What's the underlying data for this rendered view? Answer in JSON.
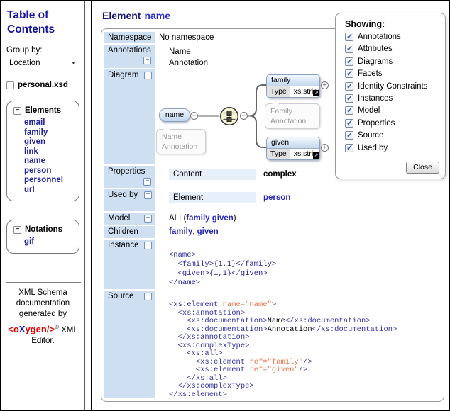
{
  "icons": {
    "minus": "−",
    "plus": "+",
    "check": "✓",
    "dropdown_arrow": "▼",
    "corner_arrow": "↗"
  },
  "sidebar": {
    "title_line1": "Table of",
    "title_line2": "Contents",
    "group_by_label": "Group by:",
    "group_by_value": "Location",
    "schema_file": "personal.xsd",
    "elements_box": {
      "title": "Elements",
      "links": [
        "email",
        "family",
        "given",
        "link",
        "name",
        "person",
        "personnel",
        "url"
      ]
    },
    "notations_box": {
      "title": "Notations",
      "links": [
        "gif"
      ]
    },
    "footer": {
      "line1": "XML Schema",
      "line2": "documentation",
      "line3": "generated by",
      "logo_pre": "<o",
      "logo_x": "X",
      "logo_post": "ygen/>",
      "reg": "®",
      "after_logo": " XML",
      "line5": "Editor."
    }
  },
  "header": {
    "title_prefix": "Element",
    "title_name": "name"
  },
  "showing": {
    "title": "Showing:",
    "options": [
      "Annotations",
      "Attributes",
      "Diagrams",
      "Facets",
      "Identity Constraints",
      "Instances",
      "Model",
      "Properties",
      "Source",
      "Used by"
    ],
    "close_label": "Close"
  },
  "rows": {
    "namespace": {
      "label": "Namespace",
      "value": "No namespace"
    },
    "annotations": {
      "label": "Annotations",
      "line1": "Name",
      "line2": "Annotation"
    },
    "diagram": {
      "label": "Diagram"
    },
    "properties": {
      "label": "Properties",
      "key": "Content",
      "value": "complex"
    },
    "used_by": {
      "label": "Used by",
      "key": "Element",
      "value": "person"
    },
    "model": {
      "label": "Model",
      "prefix": "ALL(",
      "link1": "family",
      "separator": " ",
      "link2": "given",
      "suffix": ")"
    },
    "children": {
      "label": "Children",
      "link1": "family",
      "separator": ", ",
      "link2": "given"
    },
    "instance": {
      "label": "Instance",
      "lines": [
        "<name>",
        "  <family>{1,1}</family>",
        "  <given>{1,1}</given>",
        "</name>"
      ]
    },
    "source": {
      "label": "Source",
      "lines": [
        [
          [
            "tag",
            "<xs:element "
          ],
          [
            "attr",
            "name=\"name\""
          ],
          [
            "tag",
            ">"
          ]
        ],
        [
          [
            "tag",
            "  <xs:annotation>"
          ]
        ],
        [
          [
            "tag",
            "    <xs:documentation>"
          ],
          [
            "text",
            "Name"
          ],
          [
            "tag",
            "</xs:documentation>"
          ]
        ],
        [
          [
            "tag",
            "    <xs:documentation>"
          ],
          [
            "text",
            "Annotation"
          ],
          [
            "tag",
            "</xs:documentation>"
          ]
        ],
        [
          [
            "tag",
            "  </xs:annotation>"
          ]
        ],
        [
          [
            "tag",
            "  <xs:complexType>"
          ]
        ],
        [
          [
            "tag",
            "    <xs:all>"
          ]
        ],
        [
          [
            "tag",
            "      <xs:element "
          ],
          [
            "attr",
            "ref=\"family\""
          ],
          [
            "tag",
            "/>"
          ]
        ],
        [
          [
            "tag",
            "      <xs:element "
          ],
          [
            "attr",
            "ref=\"given\""
          ],
          [
            "tag",
            "/>"
          ]
        ],
        [
          [
            "tag",
            "    </xs:all>"
          ]
        ],
        [
          [
            "tag",
            "  </xs:complexType>"
          ]
        ],
        [
          [
            "tag",
            "</xs:element>"
          ]
        ]
      ]
    }
  },
  "diagram": {
    "root": {
      "name": "name",
      "tooltip_line1": "Name",
      "tooltip_line2": "Annotation"
    },
    "child1": {
      "name": "family",
      "type_label": "Type",
      "type_value": "xs:string",
      "tooltip_line1": "Family",
      "tooltip_line2": "Annotation"
    },
    "child2": {
      "name": "given",
      "type_label": "Type",
      "type_value": "xs:string"
    }
  },
  "colors": {
    "accent_blue": "#cfdff2",
    "link": "#2525b8",
    "tag": "#3434a4",
    "attr": "#e8764a",
    "logo_red": "#e60000",
    "logo_blue": "#1414cc"
  }
}
